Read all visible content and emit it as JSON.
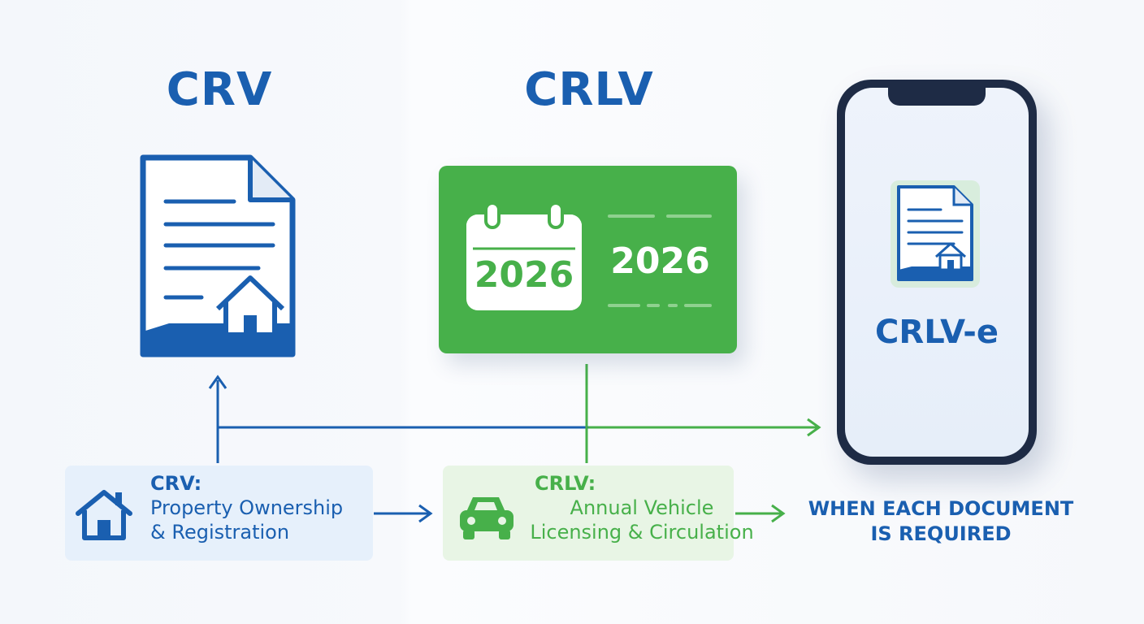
{
  "crv": {
    "title": "CRV",
    "box_heading": "CRV:",
    "box_line1": "Property Ownership",
    "box_line2": "& Registration"
  },
  "crlv": {
    "title": "CRLV",
    "calendar_year": "2026",
    "card_year": "2026",
    "box_heading": "CRLV:",
    "box_line1": "Annual Vehicle",
    "box_line2": "Licensing & Circulation"
  },
  "phone": {
    "label": "CRLV-e"
  },
  "footer": {
    "line1": "WHEN EACH DOCUMENT",
    "line2": "IS REQUIRED"
  },
  "colors": {
    "blue": "#1a5fb0",
    "green": "#47b04a",
    "phone_frame": "#1e2b45"
  },
  "icons": [
    "document-house-icon",
    "calendar-icon",
    "house-icon",
    "car-icon",
    "phone-document-icon"
  ]
}
